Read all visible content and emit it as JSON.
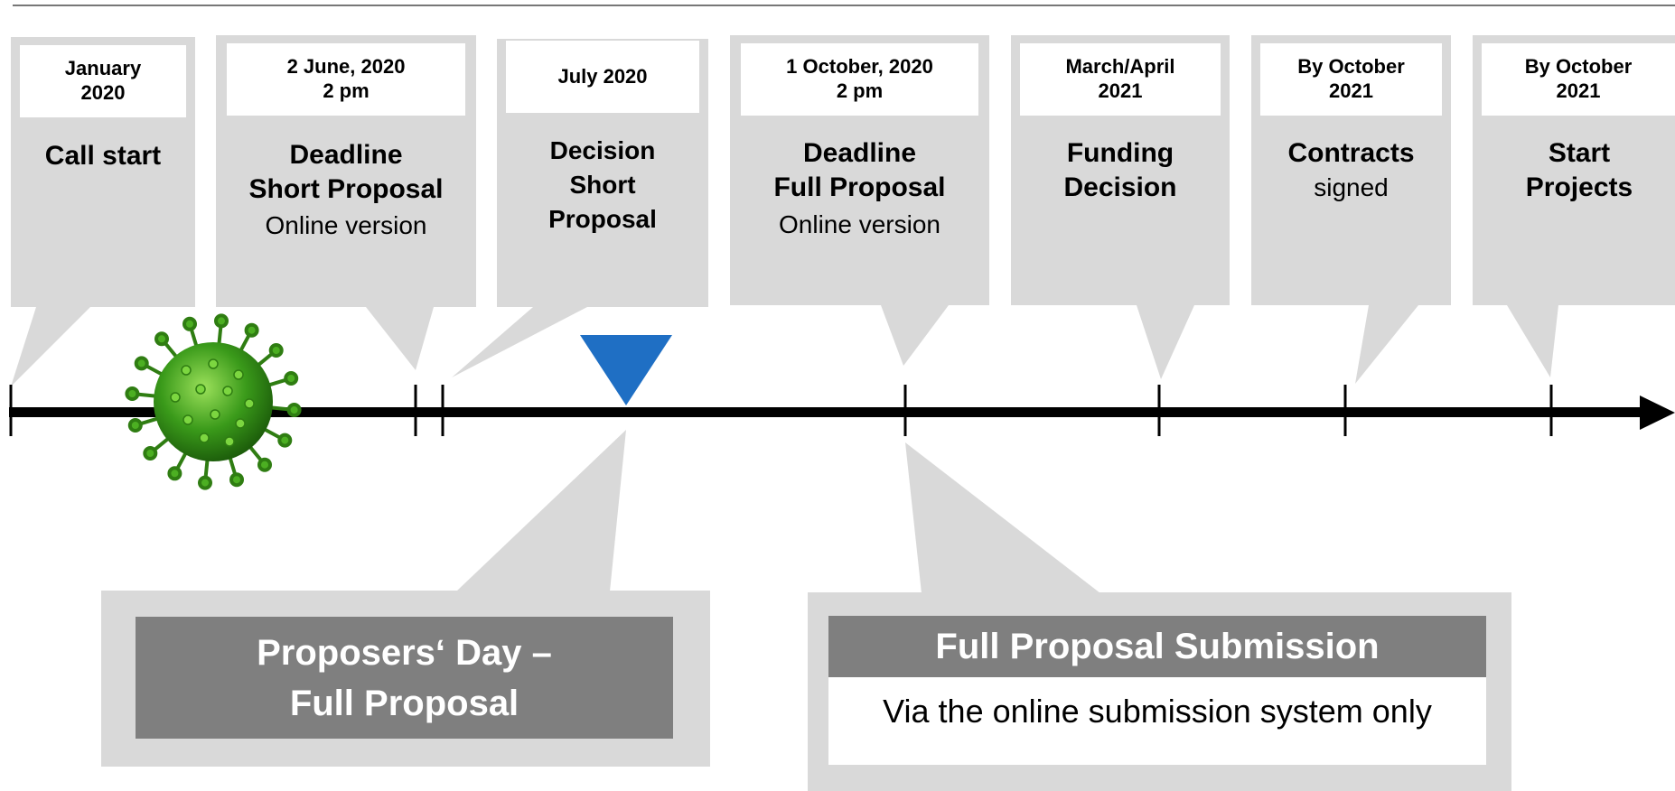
{
  "milestones": [
    {
      "date": "January\n2020",
      "title": "Call start",
      "subtitle": ""
    },
    {
      "date": "2 June, 2020\n2 pm",
      "title": "Deadline\nShort Proposal",
      "subtitle": "Online version"
    },
    {
      "date": "July 2020",
      "title": "Decision\nShort\nProposal",
      "subtitle": ""
    },
    {
      "date": "1 October, 2020\n2 pm",
      "title": "Deadline\nFull Proposal",
      "subtitle": "Online version"
    },
    {
      "date": "March/April\n2021",
      "title": "Funding\nDecision",
      "subtitle": ""
    },
    {
      "date": "By October\n2021",
      "title": "Contracts",
      "subtitle": "signed"
    },
    {
      "date": "By October\n2021",
      "title": "Start\nProjects",
      "subtitle": ""
    }
  ],
  "proposers_day": {
    "title": "Proposers‘ Day –\nFull Proposal"
  },
  "submission": {
    "title": "Full Proposal Submission",
    "text": "Via the online submission system only"
  },
  "colors": {
    "callout": "#d9d9d9",
    "header_box": "#7f7f7f",
    "marker": "#1f6fc4",
    "virus": "#3a9a1a",
    "axis": "#000000"
  },
  "icons": {
    "virus": "virus-icon",
    "marker": "triangle-down-icon",
    "arrow": "arrow-right-icon"
  }
}
